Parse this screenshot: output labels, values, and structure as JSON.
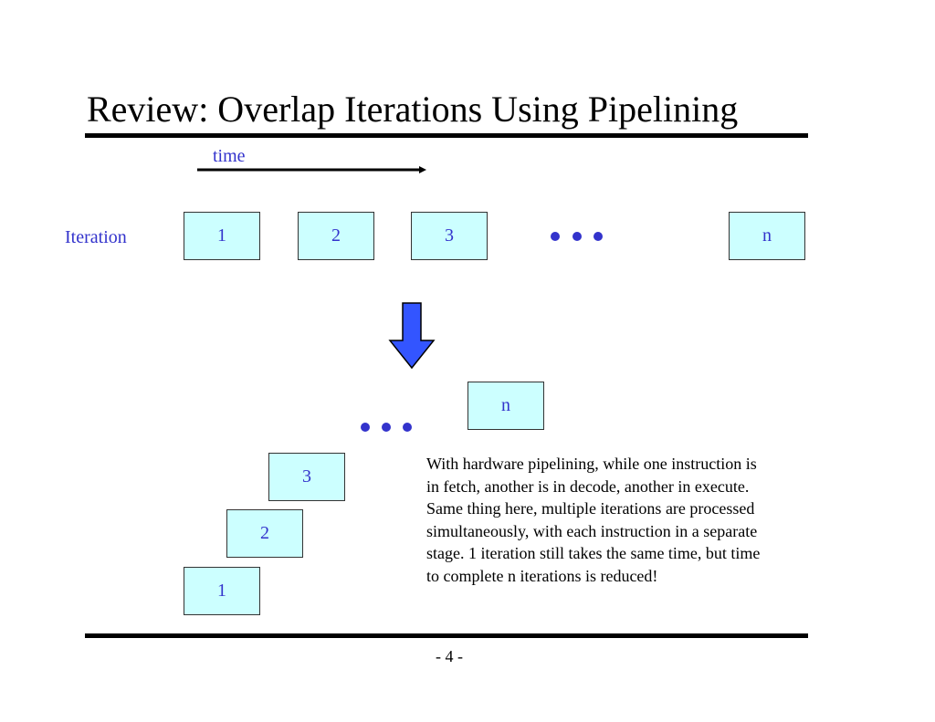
{
  "title": "Review: Overlap Iterations Using Pipelining",
  "time_label": "time",
  "iteration_label": "Iteration",
  "sequential": {
    "boxes": [
      "1",
      "2",
      "3",
      "n"
    ]
  },
  "pipelined": {
    "boxes": [
      "1",
      "2",
      "3",
      "n"
    ]
  },
  "description": {
    "lines": [
      "With hardware pipelining, while one instruction is",
      "in fetch, another is in decode, another in execute.",
      "Same thing here, multiple iterations are processed",
      "simultaneously, with each instruction in a separate",
      "stage.  1 iteration still takes the same time, but time",
      "to complete n iterations is reduced!"
    ]
  },
  "page_number": "- 4 -",
  "colors": {
    "text_blue": "#3333cc",
    "box_fill": "#ccffff",
    "arrow_fill": "#3355ff"
  }
}
